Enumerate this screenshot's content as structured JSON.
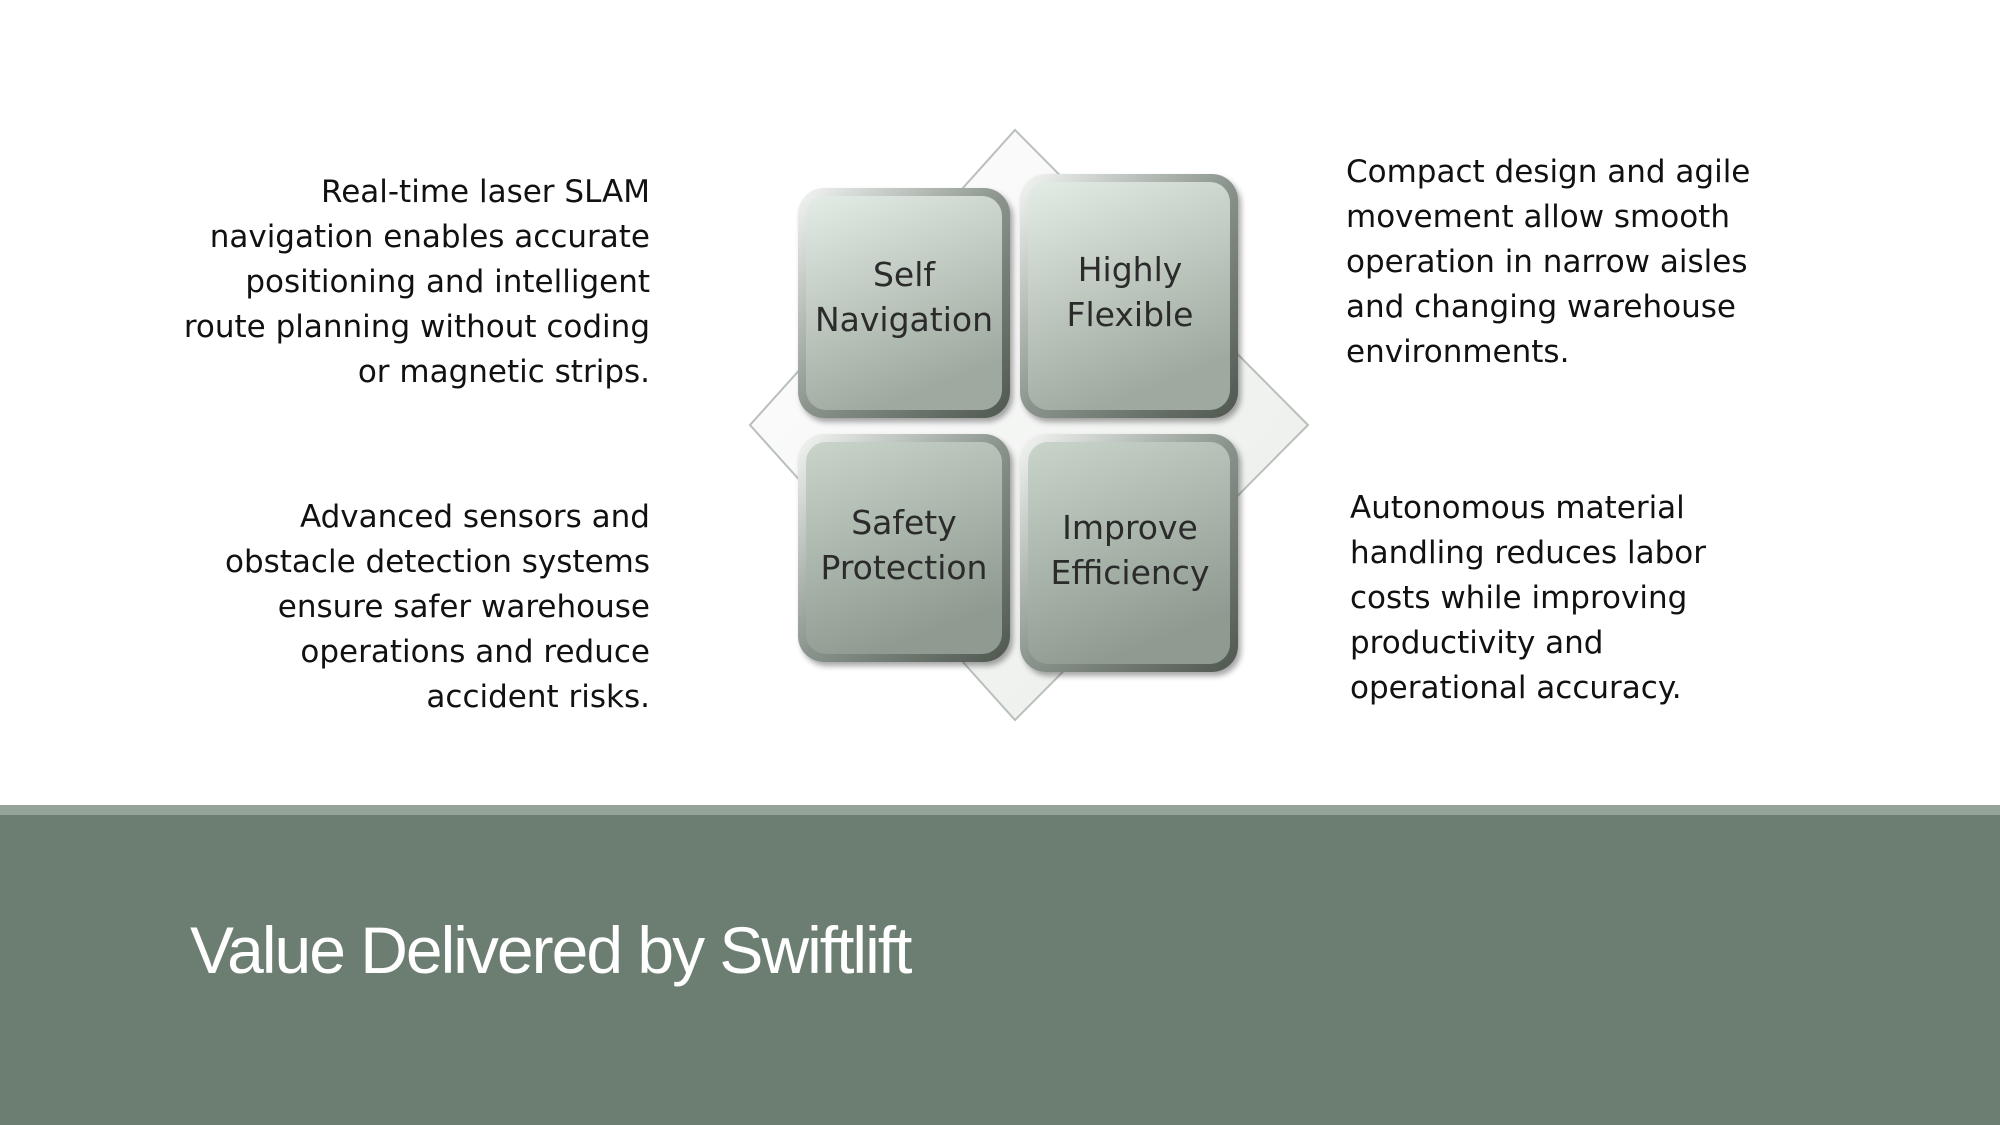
{
  "slide": {
    "title": "Value Delivered by Swiftlift"
  },
  "quadrants": {
    "top_left": "Self\nNavigation",
    "top_right": "Highly\nFlexible",
    "bottom_left": "Safety\nProtection",
    "bottom_right": "Improve\nEfficiency"
  },
  "descriptions": {
    "top_left": "Real-time laser SLAM\nnavigation enables accurate\npositioning and intelligent\nroute planning without coding\nor magnetic strips.",
    "top_right": "Compact design and agile\nmovement allow smooth\noperation in narrow aisles\nand changing warehouse\nenvironments.",
    "bottom_left": "Advanced sensors and\nobstacle detection systems\nensure safer warehouse\noperations and reduce\naccident risks.",
    "bottom_right": "Autonomous material\nhandling reduces labor\ncosts while improving\nproductivity and\noperational accuracy."
  },
  "colors": {
    "footer_band": "#6c7d71",
    "footer_strip": "#95a398",
    "title_text": "#ffffff",
    "tile_light": "#dfe8e1",
    "tile_dark": "#9aa69d"
  }
}
